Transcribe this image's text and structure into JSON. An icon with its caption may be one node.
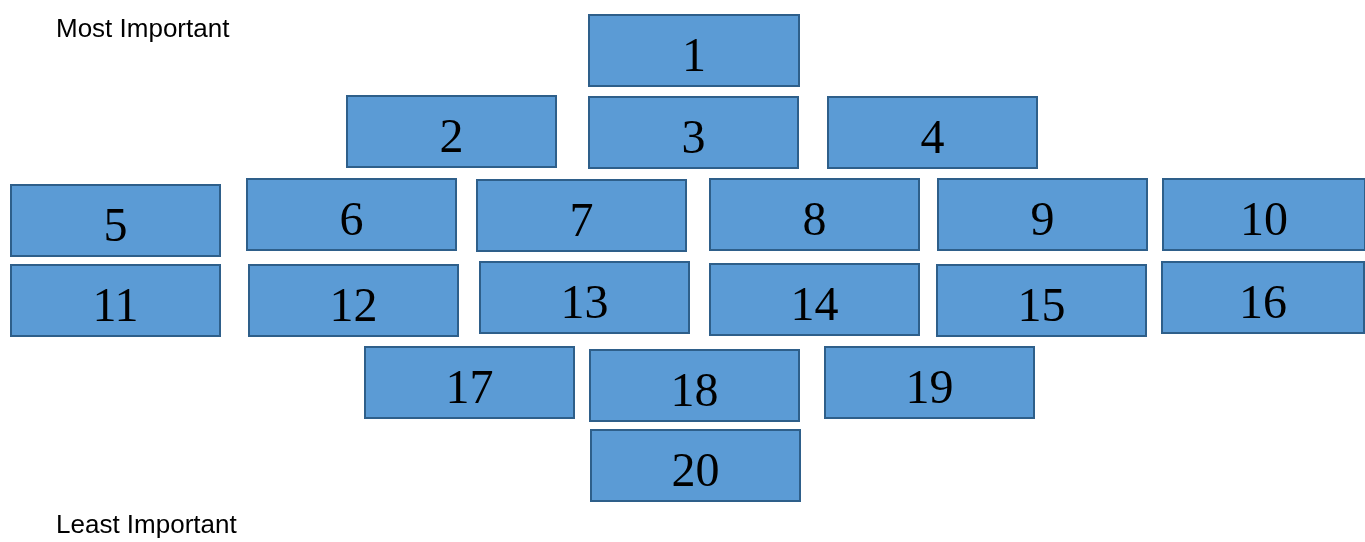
{
  "diagram": {
    "nodes": [
      {
        "text": [
          "1"
        ]
      },
      {
        "text": [
          "2"
        ]
      },
      {
        "text": [
          "3"
        ]
      },
      {
        "text": [
          "4"
        ]
      },
      {
        "text": [
          "5"
        ]
      },
      {
        "text": [
          "6"
        ]
      },
      {
        "text": [
          "7"
        ]
      },
      {
        "text": [
          "8"
        ]
      },
      {
        "text": [
          "9"
        ]
      },
      {
        "text": [
          "10"
        ]
      },
      {
        "text": [
          "11"
        ]
      },
      {
        "text": [
          "12"
        ]
      },
      {
        "text": [
          "13"
        ]
      },
      {
        "text": [
          "14"
        ]
      },
      {
        "text": [
          "15"
        ]
      },
      {
        "text": [
          "16"
        ]
      },
      {
        "text": [
          "17"
        ]
      },
      {
        "text": [
          "18"
        ]
      },
      {
        "text": [
          "19"
        ]
      },
      {
        "text": [
          "20"
        ]
      }
    ],
    "labels": [
      "Most Important",
      "Least Important"
    ]
  }
}
